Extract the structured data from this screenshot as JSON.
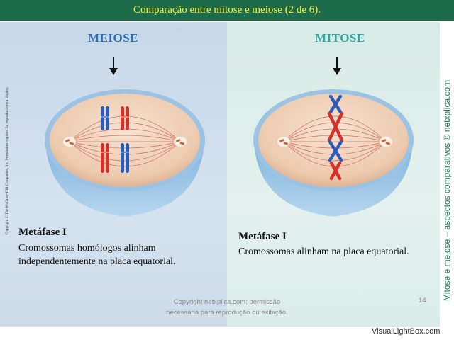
{
  "title": "Comparação entre mitose e meiose (2 de 6).",
  "meiose": {
    "header": "MEIOSE",
    "caption_title": "Metáfase I",
    "caption_line1": "Cromossomas homólogos alinham",
    "caption_line2": "independentemente na placa equatorial."
  },
  "mitose": {
    "header": "MITOSE",
    "caption_title": "Metáfase I",
    "caption_line1": "Cromossomas alinham na placa equatorial."
  },
  "side_copyright": "Copyright © The McGraw-Hill Companies, Inc. Permission required for reproduction or display.",
  "side_vertical": "Mitose e meiose – aspectos comparativos © netxplica.com",
  "footer": {
    "line1": "Copyright netxplica.com: permissão",
    "line2": "necessária para reprodução ou exibição.",
    "page": "14"
  },
  "watermark": "VisualLightBox.com",
  "colors": {
    "title_bg": "#1e6b4a",
    "title_text": "#f3ef3a",
    "meiose_header": "#2a6fb0",
    "mitose_header": "#2aa8a8",
    "chromosome_blue": "#2b5cb8",
    "chromosome_red": "#d6302a"
  }
}
